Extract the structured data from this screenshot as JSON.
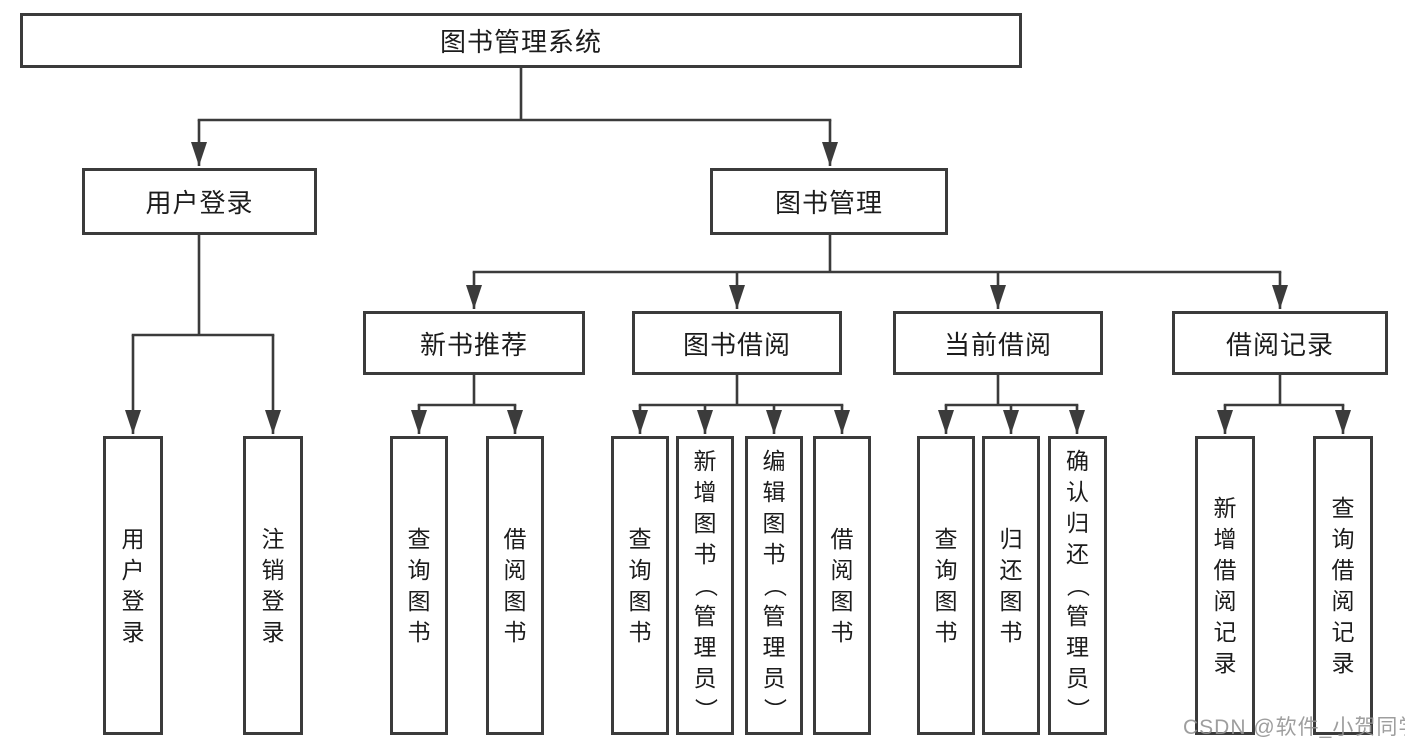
{
  "diagram": {
    "title": "图书管理系统",
    "level2": [
      {
        "label": "用户登录"
      },
      {
        "label": "图书管理"
      }
    ],
    "level3": [
      {
        "label": "新书推荐"
      },
      {
        "label": "图书借阅"
      },
      {
        "label": "当前借阅"
      },
      {
        "label": "借阅记录"
      }
    ],
    "leaves": {
      "user_login": [
        "用户登录",
        "注销登录"
      ],
      "new_books": [
        "查询图书",
        "借阅图书"
      ],
      "book_borrow": [
        "查询图书",
        "新增图书（管理员）",
        "编辑图书（管理员）",
        "借阅图书"
      ],
      "current_borrow": [
        "查询图书",
        "归还图书",
        "确认归还（管理员）"
      ],
      "borrow_records": [
        "新增借阅记录",
        "查询借阅记录"
      ]
    }
  },
  "watermark": "CSDN @软件_小贺同学",
  "colors": {
    "line": "#3b3b3b",
    "text": "#1c1c1c",
    "background": "#ffffff",
    "watermark": "#949494"
  }
}
